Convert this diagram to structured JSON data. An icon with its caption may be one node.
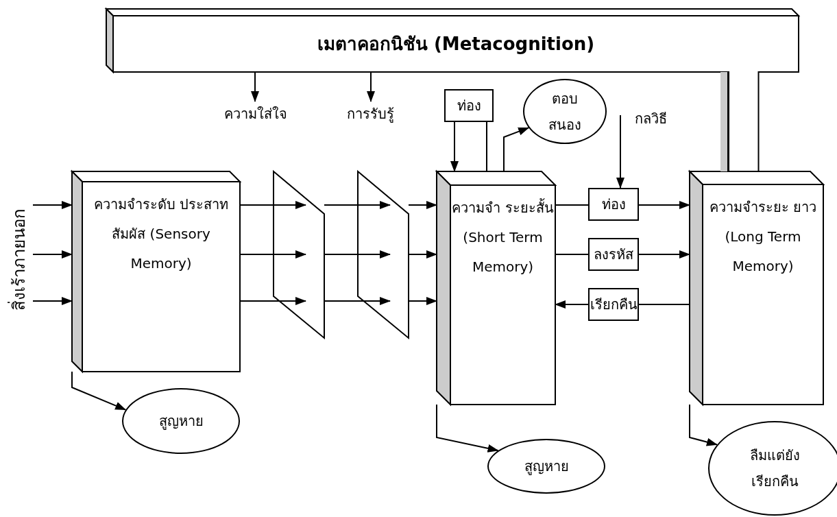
{
  "diagram": {
    "nodes": [
      {
        "text": [
          "เมตาคอกนิชัน (Metacognition)"
        ]
      },
      {
        "text": [
          "ความใส่ใจ"
        ]
      },
      {
        "text": [
          "การรับรู้"
        ]
      },
      {
        "text": [
          "ท่อง"
        ]
      },
      {
        "text": [
          "ตอบ สนอง"
        ]
      },
      {
        "text": [
          "สิ่งเร้าภายนอก"
        ]
      },
      {
        "text": [
          "ความจำระดับ ประสาทสัมผัส (Sensory Memory)"
        ]
      },
      {
        "text": [],
        "shape": "parallelogram"
      },
      {
        "text": [],
        "shape": "parallelogram"
      },
      {
        "text": [
          "ความจำ ระยะสั้น (Short Term Memory)"
        ]
      },
      {
        "text": [
          "ท่อง"
        ]
      },
      {
        "text": [
          "ลงรหัส"
        ]
      },
      {
        "text": [
          "เรียกคืน"
        ]
      },
      {
        "text": [
          "ความจำระยะ ยาว (Long Term Memory)"
        ]
      },
      {
        "text": [
          "สูญหาย"
        ]
      },
      {
        "text": [
          "สูญหาย"
        ]
      },
      {
        "text": [
          "ลืมแต่ยัง เรียกคืน"
        ]
      }
    ],
    "edges": [
      {
        "from": 0,
        "to": 1,
        "arrow": "to"
      },
      {
        "from": 0,
        "to": 2,
        "arrow": "to"
      },
      {
        "from": null,
        "to": 10,
        "arrow": "to",
        "label": "กลวิธี"
      },
      {
        "from": 5,
        "to": 6,
        "arrow": "to"
      },
      {
        "from": 5,
        "to": 6,
        "arrow": "to"
      },
      {
        "from": 5,
        "to": 6,
        "arrow": "to"
      },
      {
        "from": 6,
        "to": 7,
        "arrow": "to"
      },
      {
        "from": 6,
        "to": 7,
        "arrow": "to"
      },
      {
        "from": 6,
        "to": 7,
        "arrow": "to"
      },
      {
        "from": 7,
        "to": 8,
        "arrow": "to"
      },
      {
        "from": 7,
        "to": 8,
        "arrow": "to"
      },
      {
        "from": 7,
        "to": 8,
        "arrow": "to"
      },
      {
        "from": 8,
        "to": 9,
        "arrow": "to"
      },
      {
        "from": 8,
        "to": 9,
        "arrow": "to"
      },
      {
        "from": 8,
        "to": 9,
        "arrow": "to"
      },
      {
        "from": 3,
        "to": 9,
        "arrow": "to"
      },
      {
        "from": 9,
        "to": 3,
        "arrow": "none"
      },
      {
        "from": 9,
        "to": 4,
        "arrow": "to"
      },
      {
        "from": 9,
        "to": 10,
        "arrow": "none"
      },
      {
        "from": 10,
        "to": 13,
        "arrow": "to"
      },
      {
        "from": 9,
        "to": 11,
        "arrow": "none"
      },
      {
        "from": 11,
        "to": 13,
        "arrow": "to"
      },
      {
        "from": 13,
        "to": 12,
        "arrow": "none"
      },
      {
        "from": 12,
        "to": 9,
        "arrow": "to"
      },
      {
        "from": 6,
        "to": 14,
        "arrow": "to"
      },
      {
        "from": 9,
        "to": 15,
        "arrow": "to"
      },
      {
        "from": 13,
        "to": 16,
        "arrow": "to"
      },
      {
        "from": 0,
        "to": 13,
        "arrow": "none",
        "style": "thick"
      }
    ]
  }
}
